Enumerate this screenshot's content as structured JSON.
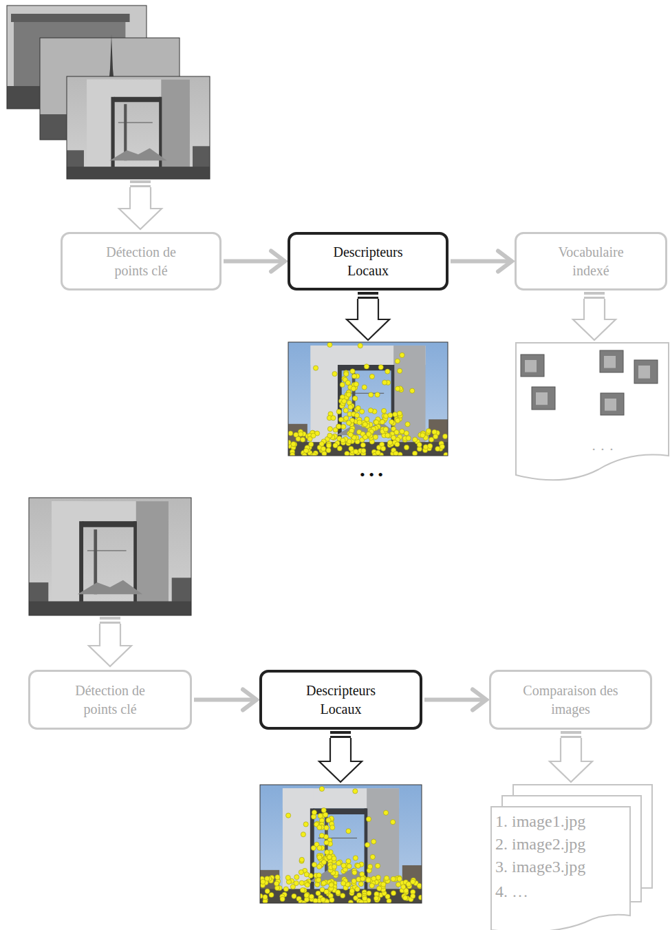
{
  "diagram": {
    "nodes": [
      {
        "text": [
          "Détection de points clé"
        ]
      },
      {
        "text": [
          "Descripteurs Locaux"
        ]
      },
      {
        "text": [
          "Vocabulaire indexé"
        ]
      },
      {
        "text": [
          "Détection de points clé"
        ]
      },
      {
        "text": [
          "Descripteurs Locaux"
        ]
      },
      {
        "text": [
          "Comparaison des images"
        ]
      }
    ],
    "edges": [
      {
        "from": 0,
        "to": 1,
        "arrow": "to"
      },
      {
        "from": 1,
        "to": 2,
        "arrow": "to"
      },
      {
        "from": 3,
        "to": 4,
        "arrow": "to"
      },
      {
        "from": 4,
        "to": 5,
        "arrow": "to"
      }
    ],
    "labels": [
      "• • •",
      "· · ·",
      "1. image1.jpg",
      "2. image2.jpg",
      "3. image3.jpg",
      "4. …"
    ]
  }
}
